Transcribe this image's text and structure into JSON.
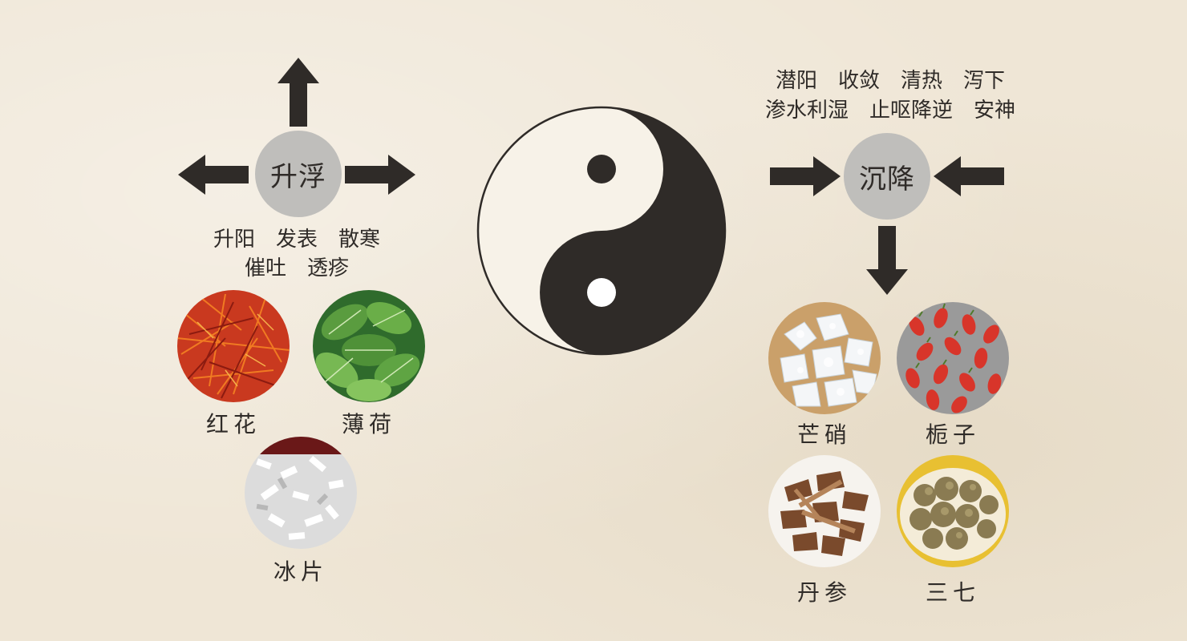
{
  "left": {
    "node_label": "升浮",
    "effects_line1": "升阳　发表　散寒",
    "effects_line2": "催吐　透疹",
    "herbs": [
      {
        "name": "红花",
        "icon": "safflower-photo"
      },
      {
        "name": "薄荷",
        "icon": "mint-photo"
      },
      {
        "name": "冰片",
        "icon": "borneol-photo"
      }
    ]
  },
  "right": {
    "node_label": "沉降",
    "effects_line1": "潜阳　收敛　清热　泻下",
    "effects_line2": "渗水利湿　止呕降逆　安神",
    "herbs": [
      {
        "name": "芒硝",
        "icon": "mirabilite-photo"
      },
      {
        "name": "栀子",
        "icon": "gardenia-photo"
      },
      {
        "name": "丹参",
        "icon": "salvia-photo"
      },
      {
        "name": "三七",
        "icon": "notoginseng-photo"
      }
    ]
  },
  "center": {
    "icon": "yin-yang-icon"
  },
  "colors": {
    "background": "#efe6d6",
    "node": "#bfbebb",
    "ink": "#2f2b28"
  }
}
